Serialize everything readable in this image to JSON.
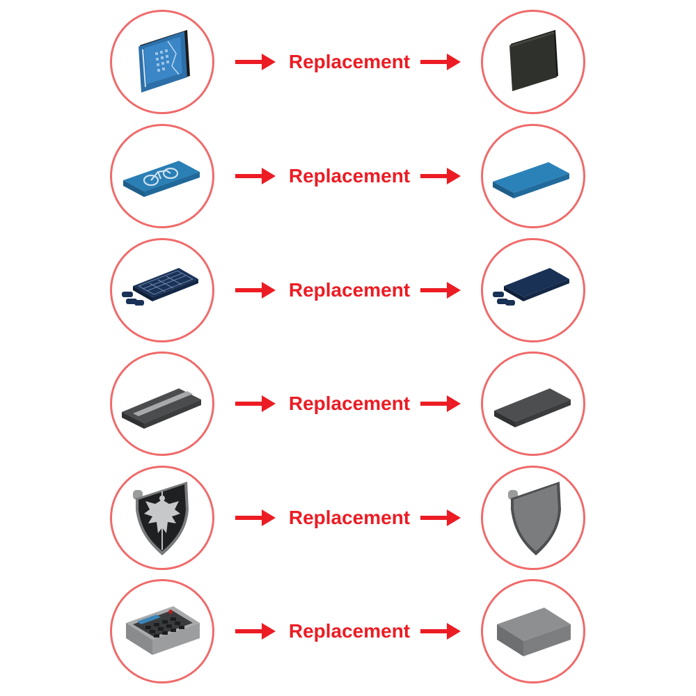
{
  "accent_color": "#ec1c24",
  "circle_border_color": "#ef6a6a",
  "rows": [
    {
      "label": "Replacement",
      "original_icon": "blueprint-tile-printed-icon",
      "replacement_icon": "black-tile-plain-icon"
    },
    {
      "label": "Replacement",
      "original_icon": "blue-tile-bicycle-print-icon",
      "replacement_icon": "blue-tile-plain-icon"
    },
    {
      "label": "Replacement",
      "original_icon": "dark-blue-tile-clip-solar-print-icon",
      "replacement_icon": "dark-blue-tile-clip-plain-icon"
    },
    {
      "label": "Replacement",
      "original_icon": "dark-gray-tile-stripe-print-icon",
      "replacement_icon": "dark-gray-tile-plain-icon"
    },
    {
      "label": "Replacement",
      "original_icon": "shield-eagle-print-icon",
      "replacement_icon": "shield-plain-gray-icon"
    },
    {
      "label": "Replacement",
      "original_icon": "tile-keypad-print-icon",
      "replacement_icon": "gray-tile-plain-icon"
    }
  ]
}
